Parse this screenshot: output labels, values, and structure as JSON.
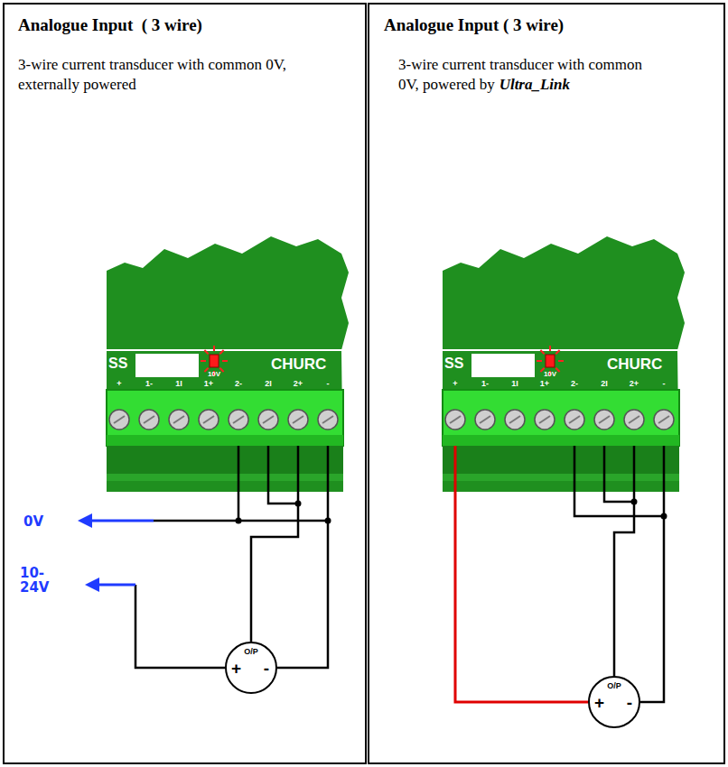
{
  "diagram": {
    "nodes": [
      {
        "text": [
          "Analogue Input  ( 3 wire)",
          "3-wire current transducer with common 0V, externally powered"
        ]
      },
      {
        "text": [
          "O/P",
          "+",
          "-"
        ],
        "in": 0
      },
      {
        "text": [
          "Analogue Input ( 3 wire)",
          "3-wire current transducer with common 0V, powered by",
          "Ultra_Link"
        ]
      },
      {
        "text": [
          "O/P",
          "+",
          "-"
        ],
        "in": 2
      }
    ],
    "labels": [
      "SS",
      "10V",
      "CHURC",
      "+",
      "1-",
      "1I",
      "1+",
      "2-",
      "2I",
      "2+",
      "-",
      "0V",
      "10- 24V",
      "SS",
      "10V",
      "CHURC",
      "+",
      "1-",
      "1I",
      "1+",
      "2-",
      "2I",
      "2+",
      "-"
    ]
  }
}
